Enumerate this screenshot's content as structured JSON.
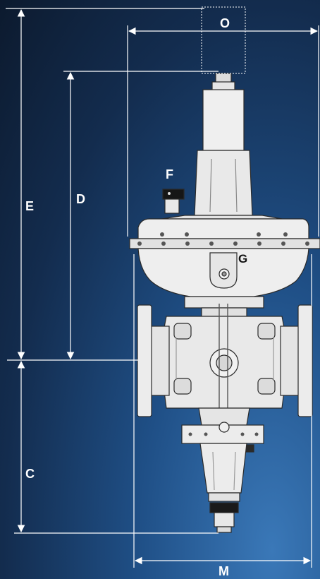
{
  "dimension_labels": {
    "O": "O",
    "E": "E",
    "D": "D",
    "F": "F",
    "G": "G",
    "C": "C",
    "M": "M"
  },
  "colors": {
    "background": "#163a66",
    "dimension_lines": "#ffffff",
    "body_fill": "#ececec",
    "body_stroke": "#2a2a2a",
    "label_dark": "#111111"
  }
}
